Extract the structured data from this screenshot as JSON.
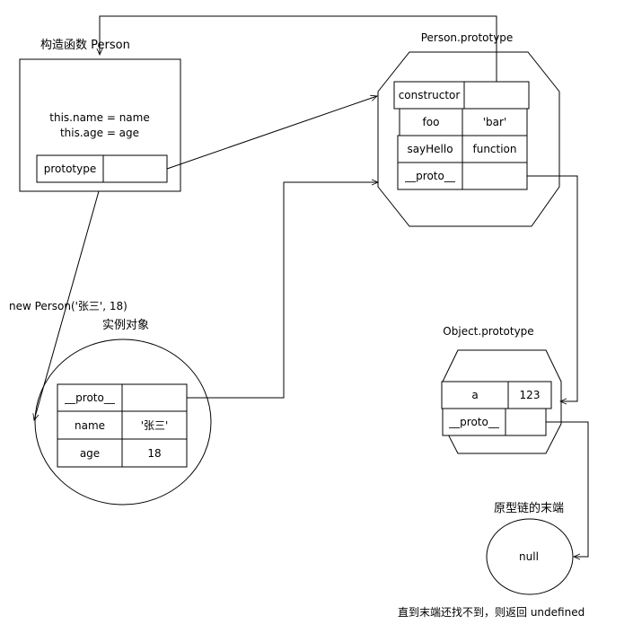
{
  "constructor_fn": {
    "title": "构造函数 Person",
    "body_line1": "this.name = name",
    "body_line2": "this.age = age",
    "prototype_key": "prototype"
  },
  "person_prototype": {
    "title": "Person.prototype",
    "rows": [
      {
        "key": "constructor",
        "value": ""
      },
      {
        "key": "foo",
        "value": "'bar'"
      },
      {
        "key": "sayHello",
        "value": "function"
      },
      {
        "key": "__proto__",
        "value": ""
      }
    ]
  },
  "instance": {
    "call_label": "new Person('张三', 18)",
    "title": "实例对象",
    "rows": [
      {
        "key": "__proto__",
        "value": ""
      },
      {
        "key": "name",
        "value": "'张三'"
      },
      {
        "key": "age",
        "value": "18"
      }
    ]
  },
  "object_prototype": {
    "title": "Object.prototype",
    "rows": [
      {
        "key": "a",
        "value": "123"
      },
      {
        "key": "__proto__",
        "value": ""
      }
    ]
  },
  "chain_end": {
    "title": "原型链的末端",
    "value": "null",
    "note": "直到末端还找不到，则返回 undefined"
  },
  "colors": {
    "stroke": "#000000",
    "background": "#ffffff",
    "text": "#000000"
  }
}
